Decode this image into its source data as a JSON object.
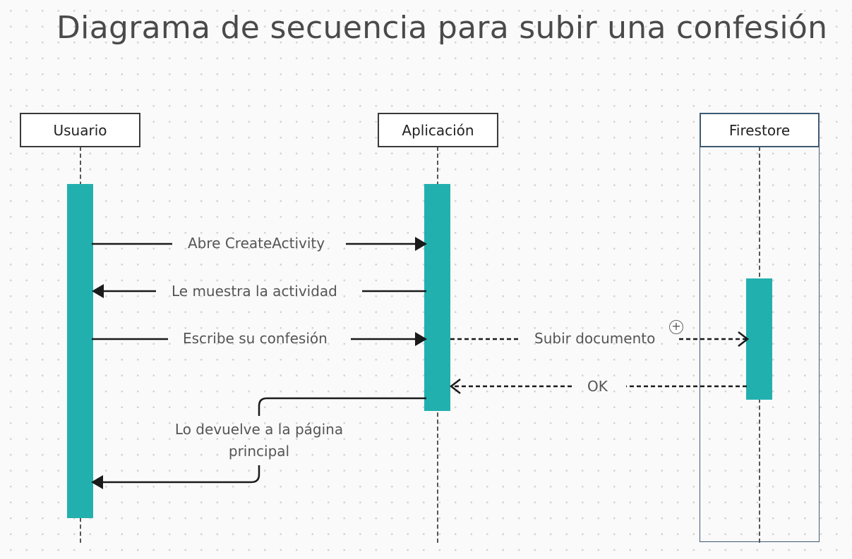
{
  "diagram": {
    "title": "Diagrama de secuencia para subir una confesión",
    "lifelines": {
      "usuario": "Usuario",
      "aplicacion": "Aplicación",
      "firestore": "Firestore"
    },
    "messages": {
      "m1": "Abre CreateActivity",
      "m2": "Le muestra la actividad",
      "m3": "Escribe su confesión",
      "m4": "Subir documento",
      "m5": "OK",
      "m6": "Lo devuelve a la página principal"
    },
    "add_icon": "+"
  },
  "colors": {
    "activation": "#22b0ae",
    "line": "#1a1a1a",
    "frame": "#3d5a73"
  }
}
